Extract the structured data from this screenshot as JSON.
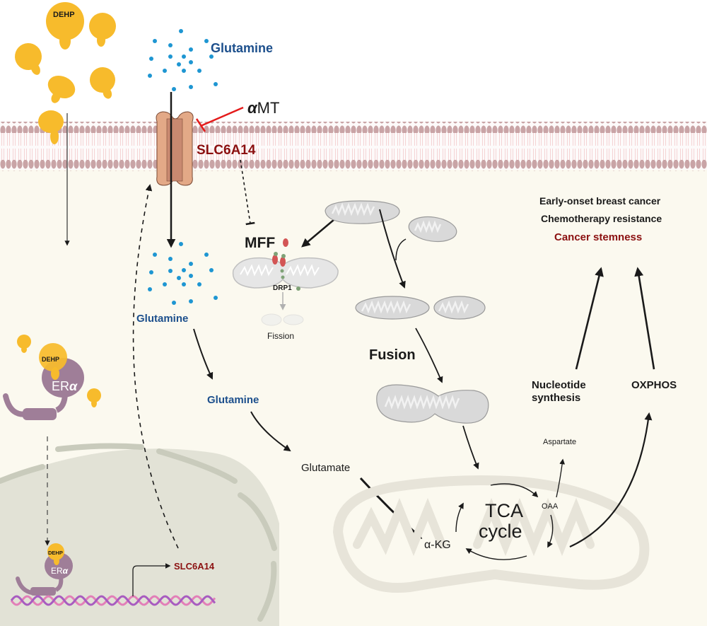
{
  "colors": {
    "extracellular": "#ffffff",
    "cytoplasm": "#fbf9ef",
    "membrane_head": "#c9a4a6",
    "membrane_tail": "#f2c9cb",
    "dehp": "#f7bb2c",
    "glutamine_dot": "#1e96d2",
    "glutamine_text": "#1c4f8c",
    "gene_red": "#8b1010",
    "inhibitor_red": "#e41b1b",
    "transporter": "#e3a987",
    "transporter_dark": "#c98970",
    "era": "#9f7e98",
    "nucleus": "#e2e2d6",
    "nuclear_envelope": "#c9cbbc",
    "dna_a": "#e27fb8",
    "dna_b": "#a85cc0",
    "mito_fill": "#e6e6e6",
    "mito_edge": "#a8a8a8",
    "big_mito": "#e7e4d9",
    "mff": "#d35555",
    "drp1": "#7fa277"
  },
  "labels": {
    "dehp_top": "DEHP",
    "glutamine_extracellular": "Glutamine",
    "amt_alpha": "α",
    "amt_rest": "MT",
    "slc6a14_membrane": "SLC6A14",
    "mff": "MFF",
    "drp1": "DRP1",
    "fission": "Fission",
    "fusion": "Fusion",
    "glutamine_cyto_1": "Glutamine",
    "glutamine_cyto_2": "Glutamine",
    "glutamate": "Glutamate",
    "tca_line1": "TCA",
    "tca_line2": "cycle",
    "akg": "α-KG",
    "oaa": "OAA",
    "aspartate": "Aspartate",
    "nucleotide_line1": "Nucleotide",
    "nucleotide_line2": "synthesis",
    "oxphos": "OXPHOS",
    "outcome_1": "Early-onset breast cancer",
    "outcome_2": "Chemotherapy resistance",
    "outcome_3": "Cancer stemness",
    "dehp_complex_cyto": "DEHP",
    "era_cyto": "ER",
    "era_cyto_alpha": "α",
    "dehp_complex_nuc": "DEHP",
    "era_nuc": "ER",
    "era_nuc_alpha": "α",
    "slc6a14_gene": "SLC6A14"
  }
}
